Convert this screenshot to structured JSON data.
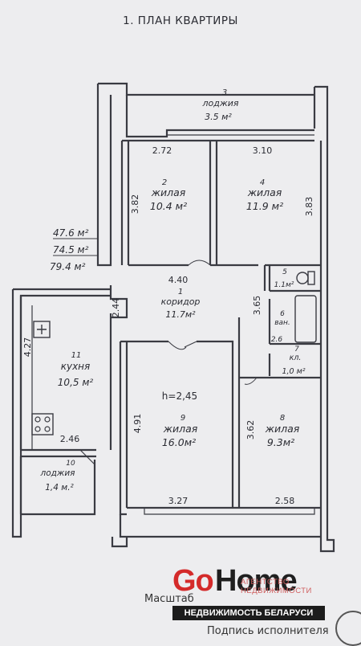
{
  "title": "1. ПЛАН КВАРТИРЫ",
  "rooms": [
    {
      "id": "3",
      "name": "лоджия",
      "area": "3.5 м²"
    },
    {
      "id": "2",
      "name": "жилая",
      "area": "10.4 м²"
    },
    {
      "id": "4",
      "name": "жилая",
      "area": "11.9 м²"
    },
    {
      "id": "1",
      "name": "коридор",
      "area": "11.7м²"
    },
    {
      "id": "5",
      "name": "",
      "area": "1.1м²"
    },
    {
      "id": "6",
      "name": "ван.",
      "area": "2.6"
    },
    {
      "id": "7",
      "name": "кл.",
      "area": "1,0 м²"
    },
    {
      "id": "11",
      "name": "кухня",
      "area": "10,5 м²"
    },
    {
      "id": "9",
      "name": "жилая",
      "area": "16.0м²"
    },
    {
      "id": "8",
      "name": "жилая",
      "area": "9.3м²"
    },
    {
      "id": "10",
      "name": "лоджия",
      "area": "1,4 м.²"
    }
  ],
  "totals": [
    "47.6 м²",
    "74.5 м²",
    "79.4 м²"
  ],
  "dimensions": {
    "d272": "2.72",
    "d310": "3.10",
    "d382": "3.82",
    "d383": "3.83",
    "d440": "4.40",
    "d244": "2.44",
    "d365": "3.65",
    "d427": "4.27",
    "d246": "2.46",
    "d491": "4.91",
    "d362": "3.62",
    "d327": "3.27",
    "d258": "2.58"
  },
  "ceiling_height": "h=2,45",
  "scale_label": "Масштаб",
  "signature_label": "Подпись исполнителя",
  "watermark": {
    "brand_part1": "Go",
    "brand_part2": "Home",
    "tagline": "АГЕНТСТВО НЕДВИЖИМОСТИ",
    "band": "НЕДВИЖИМОСТЬ БЕЛАРУСИ"
  },
  "colors": {
    "background": "#ededef",
    "wall": "#3a3b42",
    "ink": "#2b2c33",
    "brand_red": "#d42a2a"
  }
}
